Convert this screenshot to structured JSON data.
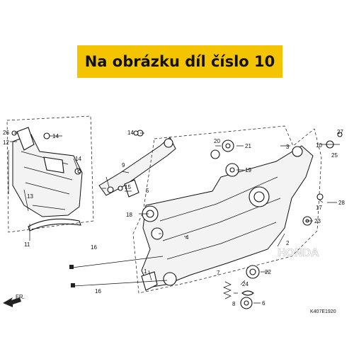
{
  "banner": {
    "text": "Na obrázku díl číslo 10",
    "color": "#f5c400"
  },
  "diagram": {
    "code": "K407E1920",
    "watermark": "HONDA",
    "front_marker": "FR.",
    "callouts": [
      {
        "id": "c1",
        "text": "1"
      },
      {
        "id": "c2",
        "text": "2"
      },
      {
        "id": "c3",
        "text": "3"
      },
      {
        "id": "c4",
        "text": "4"
      },
      {
        "id": "c5",
        "text": "5"
      },
      {
        "id": "c6",
        "text": "6"
      },
      {
        "id": "c7",
        "text": "7"
      },
      {
        "id": "c8",
        "text": "8"
      },
      {
        "id": "c9",
        "text": "9"
      },
      {
        "id": "c10",
        "text": "10"
      },
      {
        "id": "c11",
        "text": "11"
      },
      {
        "id": "c12",
        "text": "12"
      },
      {
        "id": "c13",
        "text": "13"
      },
      {
        "id": "c14a",
        "text": "14"
      },
      {
        "id": "c14b",
        "text": "14"
      },
      {
        "id": "c14c",
        "text": "14"
      },
      {
        "id": "c15",
        "text": "15"
      },
      {
        "id": "c16a",
        "text": "16"
      },
      {
        "id": "c16b",
        "text": "16"
      },
      {
        "id": "c17",
        "text": "17"
      },
      {
        "id": "c18",
        "text": "18"
      },
      {
        "id": "c19",
        "text": "19"
      },
      {
        "id": "c20",
        "text": "20"
      },
      {
        "id": "c21",
        "text": "21"
      },
      {
        "id": "c22",
        "text": "22"
      },
      {
        "id": "c23",
        "text": "23"
      },
      {
        "id": "c24",
        "text": "24"
      },
      {
        "id": "c25",
        "text": "25"
      },
      {
        "id": "c26",
        "text": "26"
      },
      {
        "id": "c27",
        "text": "27"
      },
      {
        "id": "c28",
        "text": "28"
      }
    ]
  }
}
